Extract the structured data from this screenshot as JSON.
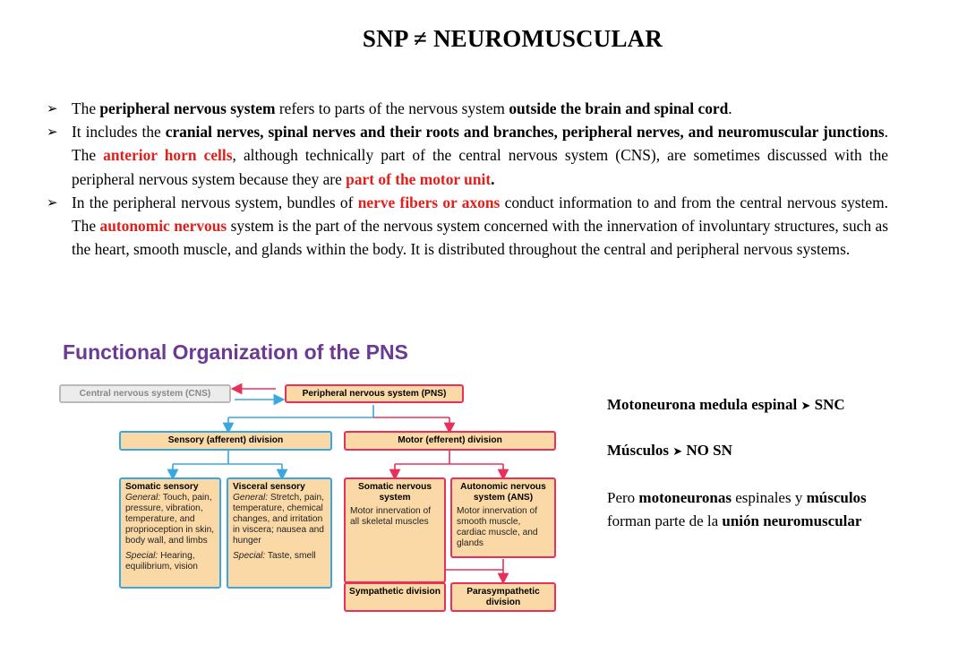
{
  "title": "SNP ≠ NEUROMUSCULAR",
  "bullets": {
    "arrow": "➢",
    "b1": {
      "t1": "The ",
      "b1": "peripheral nervous system",
      "t2": " refers to parts of the nervous system ",
      "b2": "outside the brain and spinal cord",
      "t3": "."
    },
    "b2": {
      "t1": "It includes the ",
      "b1": "cranial nerves, spinal nerves and their roots and branches, peripheral nerves, and neuromuscular junctions",
      "t2": ". The ",
      "r1": "anterior horn cells",
      "t3": ", although technically part of the central nervous system (CNS), are sometimes discussed with the peripheral nervous system because they are ",
      "r2": "part of the motor unit",
      "t4": "."
    },
    "b3": {
      "t1": "In the peripheral nervous system, bundles of ",
      "r1": "nerve fibers or axons",
      "t2": " conduct information to and from the central nervous system. The ",
      "r2": "autonomic nervous",
      "t3": " system is the part of the nervous system concerned with the innervation of involuntary structures, such as the heart, smooth muscle, and glands within the body. It is distributed throughout the central and peripheral nervous systems."
    }
  },
  "figure": {
    "title": "Functional Organization of the PNS",
    "cns": "Central nervous system (CNS)",
    "pns": "Peripheral nervous system (PNS)",
    "sensory": "Sensory (afferent) division",
    "motor": "Motor (efferent) division",
    "somatic_sensory": {
      "head": "Somatic sensory",
      "general_label": "General:",
      "general": " Touch, pain, pressure, vibration, temperature, and proprioception in skin, body wall, and limbs",
      "special_label": "Special:",
      "special": " Hearing, equilibrium, vision"
    },
    "visceral_sensory": {
      "head": "Visceral sensory",
      "general_label": "General:",
      "general": " Stretch, pain, temperature, chemical changes, and irritation in viscera; nausea and hunger",
      "special_label": "Special:",
      "special": " Taste, smell"
    },
    "somatic_ns": {
      "head": "Somatic nervous system",
      "body": "Motor innervation of all skeletal muscles"
    },
    "ans": {
      "head": "Autonomic nervous system (ANS)",
      "body": "Motor innervation of smooth muscle, cardiac muscle, and glands"
    },
    "sympathetic": "Sympathetic division",
    "parasympathetic": "Parasympathetic division",
    "colors": {
      "red": "#e8315a",
      "blue": "#3aa7e0",
      "fill": "#fbd9a6",
      "title": "#6b3a92"
    }
  },
  "side": {
    "l1_bold": "Motoneurona medula espinal",
    "arrow": "➤",
    "l1_end": "SNC",
    "l2_bold": "Músculos",
    "l2_end": "NO SN",
    "l3_t1": "Pero ",
    "l3_b1": "motoneuronas",
    "l3_t2": " espinales y ",
    "l3_b2": "músculos",
    "l4_t1": "forman parte de la ",
    "l4_b1": "unión neuromuscular"
  }
}
